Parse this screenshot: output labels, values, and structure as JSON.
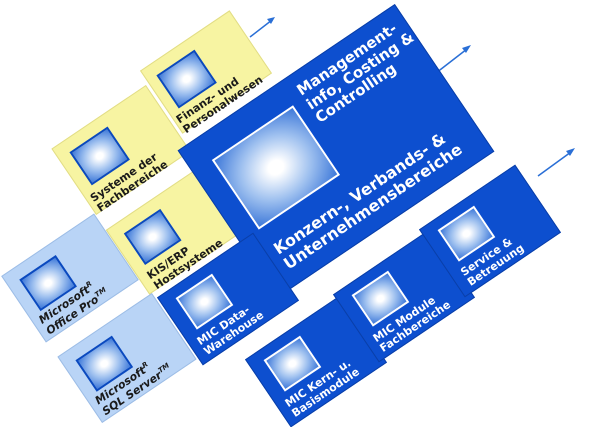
{
  "tiles": {
    "finanz": {
      "lines": [
        "Finanz- und",
        "Personalwesen"
      ]
    },
    "systeme": {
      "lines": [
        "Systeme der",
        "Fachbereiche"
      ]
    },
    "kis": {
      "lines": [
        "KIS/ERP",
        "Hostsysteme"
      ]
    },
    "office": {
      "brand": "Microsoft",
      "brand_sup": "R",
      "product": "Office Pro",
      "product_sup": "TM"
    },
    "sql": {
      "brand": "Microsoft",
      "brand_sup": "R",
      "product": "SQL Server",
      "product_sup": "TM"
    },
    "konzern": {
      "lines": [
        "Konzern-, Verbands- &",
        "Unternehmensbereiche"
      ]
    },
    "management": {
      "lines": [
        "Management-",
        "info, Costing &",
        "Controlling"
      ]
    },
    "dwh": {
      "lines": [
        "MIC Data-",
        "Warehouse"
      ]
    },
    "kern": {
      "lines": [
        "MIC Kern- u.",
        "Basismodule"
      ]
    },
    "module": {
      "lines": [
        "MIC Module",
        "Fachbereiche"
      ]
    },
    "service": {
      "lines": [
        "Service &",
        "Betreuung"
      ]
    }
  },
  "colors": {
    "yellow": "#f7f4a2",
    "light_blue": "#b9d4f6",
    "dark_blue": "#0d4fcf",
    "arrow": "#2a6fd6"
  },
  "icons": [
    "image-placeholder-icon",
    "arrow-up-right-icon"
  ]
}
